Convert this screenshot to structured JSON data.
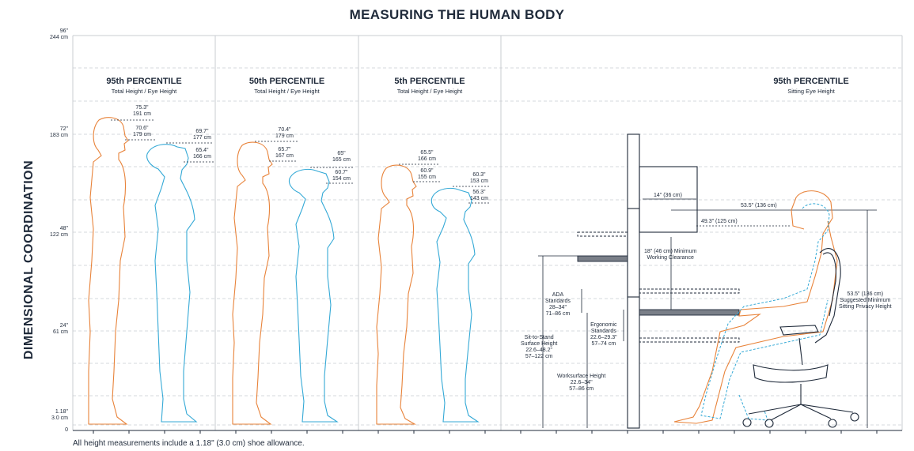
{
  "title": "MEASURING THE HUMAN BODY",
  "side_title": "DIMENSIONAL COORDINATION",
  "footnote": "All height measurements include a 1.18\" (3.0 cm) shoe allowance.",
  "axis": {
    "top": {
      "inch": "96\"",
      "cm": "244 cm"
    },
    "t72": {
      "inch": "72\"",
      "cm": "183 cm"
    },
    "t48": {
      "inch": "48\"",
      "cm": "122 cm"
    },
    "t24": {
      "inch": "24\"",
      "cm": "61 cm"
    },
    "shoe": {
      "inch": "1.18\"",
      "cm": "3.0 cm"
    },
    "zero": "0"
  },
  "columns": [
    {
      "title": "95th PERCENTILE",
      "subtitle": "Total Height / Eye Height"
    },
    {
      "title": "50th PERCENTILE",
      "subtitle": "Total Height / Eye Height"
    },
    {
      "title": "5th PERCENTILE",
      "subtitle": "Total Height / Eye Height"
    },
    {
      "title": "95th PERCENTILE",
      "subtitle": "Sitting Eye Height"
    }
  ],
  "measurements": {
    "p95_male_total": {
      "inch": "75.3\"",
      "cm": "191 cm"
    },
    "p95_male_eye": {
      "inch": "70.6\"",
      "cm": "179 cm"
    },
    "p95_female_total": {
      "inch": "69.7\"",
      "cm": "177 cm"
    },
    "p95_female_eye": {
      "inch": "65.4\"",
      "cm": "166 cm"
    },
    "p50_male_total": {
      "inch": "70.4\"",
      "cm": "179 cm"
    },
    "p50_male_eye": {
      "inch": "65.7\"",
      "cm": "167 cm"
    },
    "p50_female_total": {
      "inch": "65\"",
      "cm": "165 cm"
    },
    "p50_female_eye": {
      "inch": "60.7\"",
      "cm": "154 cm"
    },
    "p5_male_total": {
      "inch": "65.5\"",
      "cm": "166 cm"
    },
    "p5_male_eye": {
      "inch": "60.9\"",
      "cm": "155 cm"
    },
    "p5_female_total": {
      "inch": "60.3\"",
      "cm": "153 cm"
    },
    "p5_female_eye": {
      "inch": "56.3\"",
      "cm": "143 cm"
    }
  },
  "desk_notes": {
    "shelf_depth": "14\" (36 cm)",
    "sit_eye_top": "53.5\" (136 cm)",
    "sit_eye_lower": "49.3\" (125 cm)",
    "clearance_1": "18\" (46 cm) Minimum",
    "clearance_2": "Working Clearance",
    "ada_1": "ADA",
    "ada_2": "Standards",
    "ada_3": "28–34\"",
    "ada_4": "71–86 cm",
    "ergo_1": "Ergonomic",
    "ergo_2": "Standards",
    "ergo_3": "22.6–29.3\"",
    "ergo_4": "57–74 cm",
    "sts_1": "Sit-to-Stand",
    "sts_2": "Surface Height",
    "sts_3": "22.6–48.2\"",
    "sts_4": "57–122 cm",
    "work_1": "Worksurface Height",
    "work_2": "22.6–34\"",
    "work_3": "57–86 cm",
    "privacy_1": "53.5\" (136 cm)",
    "privacy_2": "Suggested Minimum",
    "privacy_3": "Sitting Privacy Height"
  },
  "colors": {
    "male": "#e8833a",
    "female": "#34a9d6",
    "ink": "#1f2a3a",
    "grid": "#c9ccd1"
  }
}
